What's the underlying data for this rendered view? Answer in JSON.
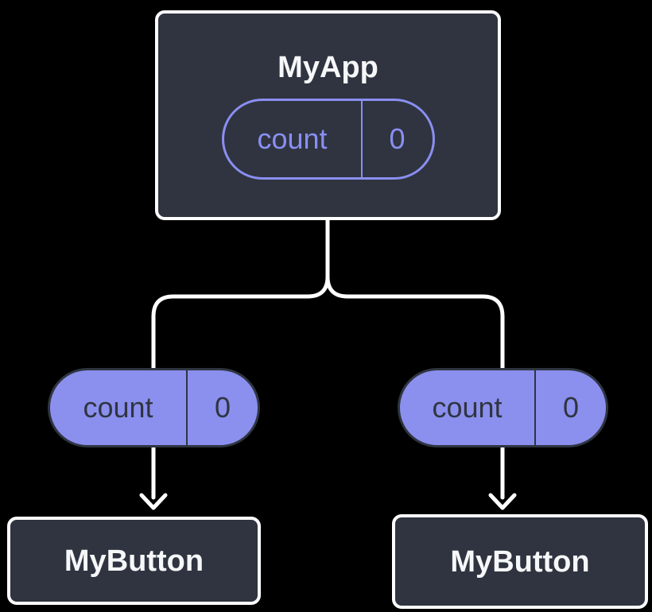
{
  "colors": {
    "background": "#000000",
    "node_fill": "#2F3440",
    "node_border": "#FFFFFF",
    "purple": "#8B8FEE",
    "purple_outline": "#8A8FF2",
    "dark_text": "#2F3540",
    "light_text": "#F6F7F9",
    "connector": "#FFFFFF"
  },
  "root_node": {
    "title": "MyApp",
    "state_pill": {
      "name": "count",
      "value": "0"
    }
  },
  "prop_pills": [
    {
      "name": "count",
      "value": "0"
    },
    {
      "name": "count",
      "value": "0"
    }
  ],
  "child_nodes": [
    {
      "title": "MyButton"
    },
    {
      "title": "MyButton"
    }
  ]
}
